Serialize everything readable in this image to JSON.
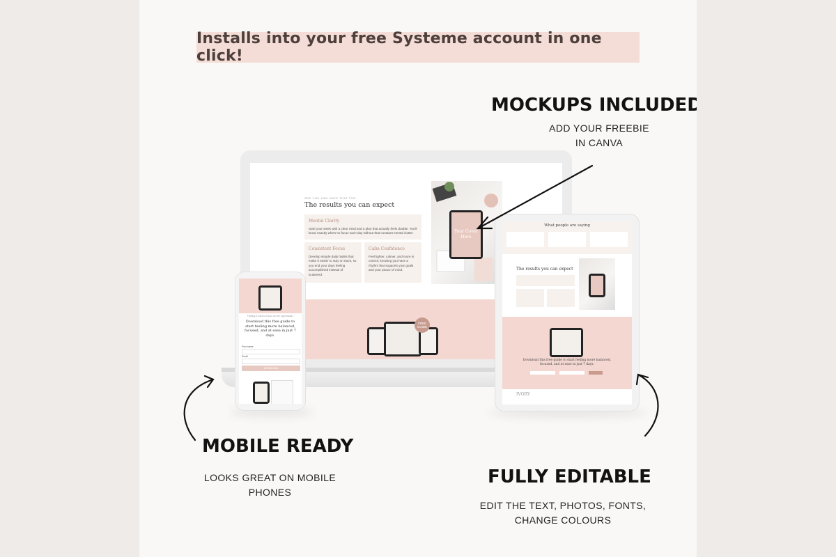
{
  "banner": {
    "text": "Installs into your free Systeme account in one click!"
  },
  "callouts": {
    "mockups": {
      "title": "MOCKUPS INCLUDED",
      "line1": "ADD YOUR FREEBIE",
      "line2": "IN CANVA"
    },
    "mobile": {
      "title": "MOBILE READY",
      "line1": "LOOKS GREAT ON MOBILE",
      "line2": "PHONES"
    },
    "editable": {
      "title": "FULLY EDITABLE",
      "line1": "EDIT THE TEXT, PHOTOS, FONTS,",
      "line2": "CHANGE COLOURS"
    }
  },
  "laptop": {
    "eyebrow": "SEE YOU CAN HAVE THIS TOO",
    "heading": "The results you can expect",
    "cards": [
      {
        "title": "Mental Clarity",
        "body": "Start your week with a clear mind and a plan that actually feels doable. You'll know exactly where to focus each day without that constant mental clutter."
      },
      {
        "title": "Consistent Focus",
        "body": "Develop simple daily habits that make it easier to stay on track, so you end your days feeling accomplished instead of scattered."
      },
      {
        "title": "Calm Confidence",
        "body": "Feel lighter, calmer, and more in control, knowing you have a rhythm that supports your goals and your peace of mind."
      }
    ],
    "tablet_text": "Your Cover Here",
    "badge": "FREE GUIDE"
  },
  "phone": {
    "question": "Finding it hard to focus on the right tasks?",
    "headline": "Download this free guide to start feeling more balanced, focused, and at ease in just 7 days.",
    "field_first": "First name",
    "field_email": "Email",
    "button": "DOWNLOAD"
  },
  "tablet": {
    "testimonials_heading": "What people are saying",
    "heading": "The results you can expect",
    "cta": "Download this free guide to start feeling more balanced, focused, and at ease in just 7 days.",
    "brand": "IVORY"
  },
  "colors": {
    "accent": "#f4ddd6",
    "text": "#121212",
    "blush": "#e8c9c1"
  }
}
